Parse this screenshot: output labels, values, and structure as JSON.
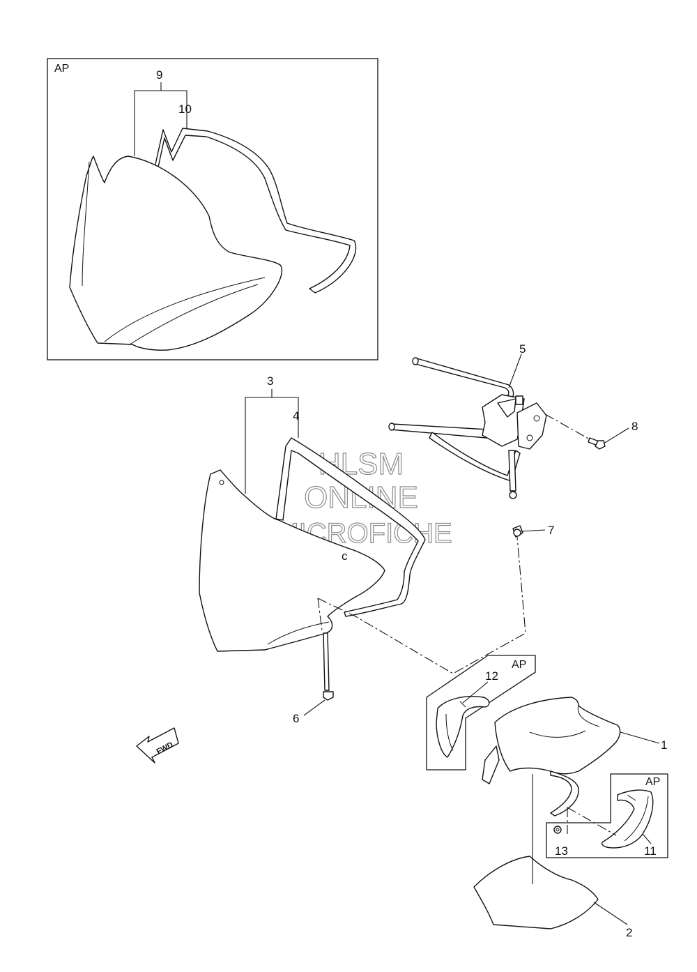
{
  "callouts": {
    "c1": "1",
    "c2": "2",
    "c3": "3",
    "c4": "4",
    "c5": "5",
    "c6": "6",
    "c7": "7",
    "c8": "8",
    "c9": "9",
    "c10": "10",
    "c11": "11",
    "c12": "12",
    "c13": "13"
  },
  "insets": {
    "top": "AP",
    "mid": "AP",
    "bottom": "AP"
  },
  "fwd": "FWD",
  "panel_mark": "c",
  "watermark": {
    "line1": "HLSM",
    "line2": "ONLINE",
    "line3": "MICROFICHE"
  }
}
